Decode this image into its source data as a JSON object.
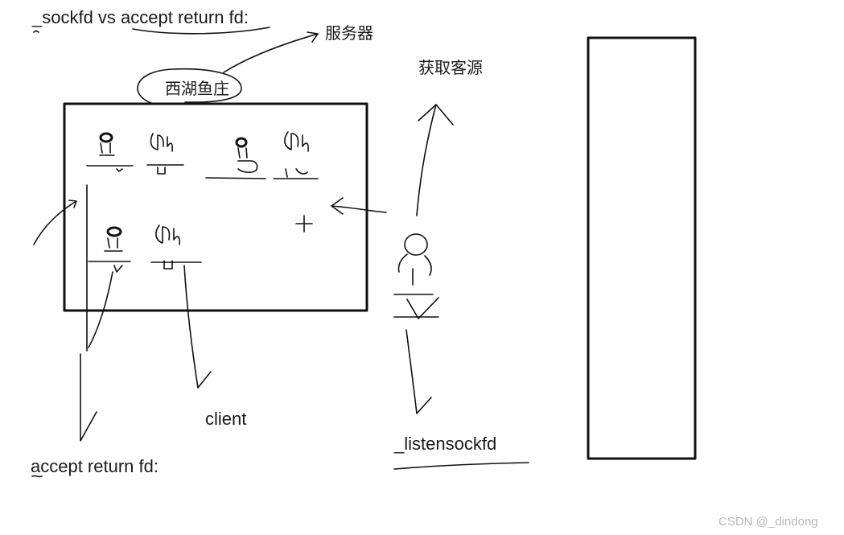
{
  "labels": {
    "title": "_sockfd vs accept return fd:",
    "server": "服务器",
    "restaurant": "西湖鱼庄",
    "get_customers": "获取客源",
    "client": "client",
    "accept_fd": "accept return fd:",
    "listen_fd": "_listensockfd",
    "watermark": "CSDN @_dindong"
  },
  "colors": {
    "ink": "#111111",
    "watermark": "#b8b8b8",
    "background": "#ffffff"
  }
}
